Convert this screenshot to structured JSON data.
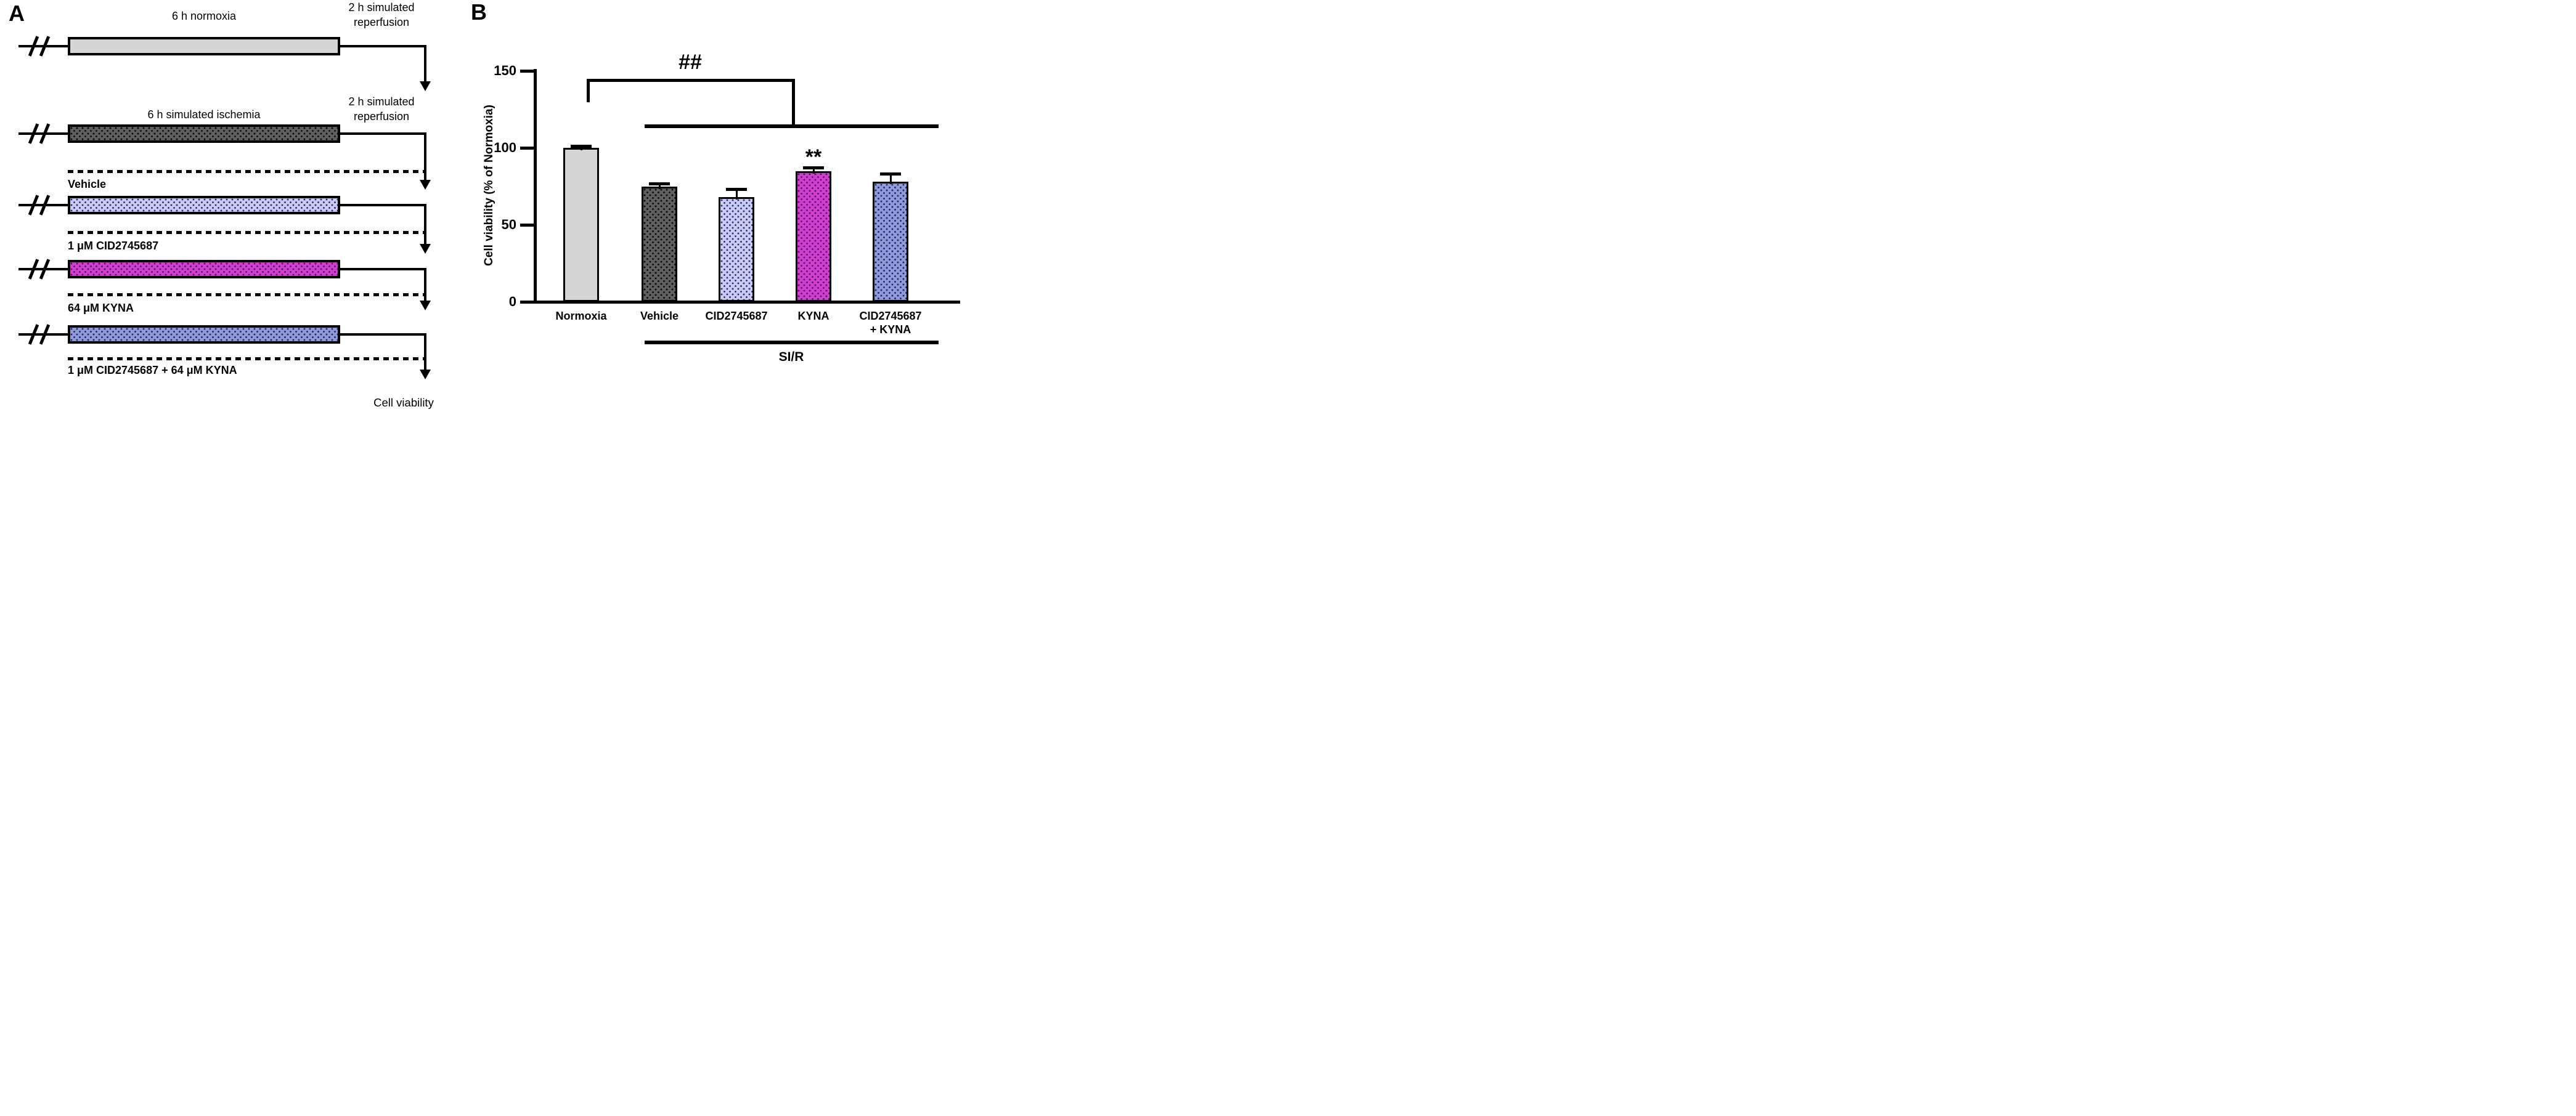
{
  "panel_a": {
    "label": "A",
    "endpoint_label": "Cell viability",
    "rows": [
      {
        "id": "normoxia",
        "title": "6 h normoxia",
        "right_label": [
          "2 h simulated",
          "reperfusion"
        ],
        "style": "lightgray",
        "label_below": null
      },
      {
        "id": "vehicle",
        "title": "6 h simulated ischemia",
        "right_label": [
          "2 h simulated",
          "reperfusion"
        ],
        "style": "darkgray-dots",
        "label_below": "Vehicle"
      },
      {
        "id": "cid",
        "title": null,
        "right_label": null,
        "style": "lavender-dots",
        "label_below": "1 μM CID2745687"
      },
      {
        "id": "kyna",
        "title": null,
        "right_label": null,
        "style": "magenta-dots",
        "label_below": "64 μM KYNA"
      },
      {
        "id": "cid-kyna",
        "title": null,
        "right_label": null,
        "style": "periwinkle-dots",
        "label_below": "1 μM CID2745687 + 64 μM KYNA"
      }
    ]
  },
  "panel_b": {
    "label": "B",
    "group_annotation": "##",
    "kyna_annotation": "**",
    "group_label": "SI/R"
  },
  "chart_data": {
    "type": "bar",
    "title": "",
    "xlabel": "",
    "ylabel": "Cell viability (% of Normoxia)",
    "ylim": [
      0,
      150
    ],
    "yticks": [
      0,
      50,
      100,
      150
    ],
    "grid": false,
    "legend_position": "none",
    "categories": [
      "Normoxia",
      "Vehicle",
      "CID2745687",
      "KYNA",
      "CID2745687 + KYNA"
    ],
    "x_tick_lines": [
      [
        "Normoxia"
      ],
      [
        "Vehicle"
      ],
      [
        "CID2745687"
      ],
      [
        "KYNA"
      ],
      [
        "CID2745687",
        "+ KYNA"
      ]
    ],
    "values": [
      100,
      75,
      68,
      85,
      78
    ],
    "errors_plus": [
      2,
      2.5,
      6,
      3,
      6
    ],
    "bar_styles": [
      "lightgray",
      "darkgray-dots",
      "lavender-dots",
      "magenta-dots",
      "periwinkle-dots"
    ],
    "significance_marks": [
      {
        "category": "KYNA",
        "symbol": "**"
      }
    ],
    "group_comparison": {
      "symbol": "##",
      "from": "Normoxia",
      "to_group": [
        "Vehicle",
        "CID2745687",
        "KYNA",
        "CID2745687 + KYNA"
      ]
    },
    "group_axis_label": "SI/R"
  },
  "colors": {
    "background": "#ffffff",
    "line": "#000000",
    "lightgray": "#d5d5d5",
    "darkgray": "#606060",
    "lavender": "#c7cbf5",
    "magenta": "#d23ed2",
    "periwinkle": "#8e9ad9"
  }
}
